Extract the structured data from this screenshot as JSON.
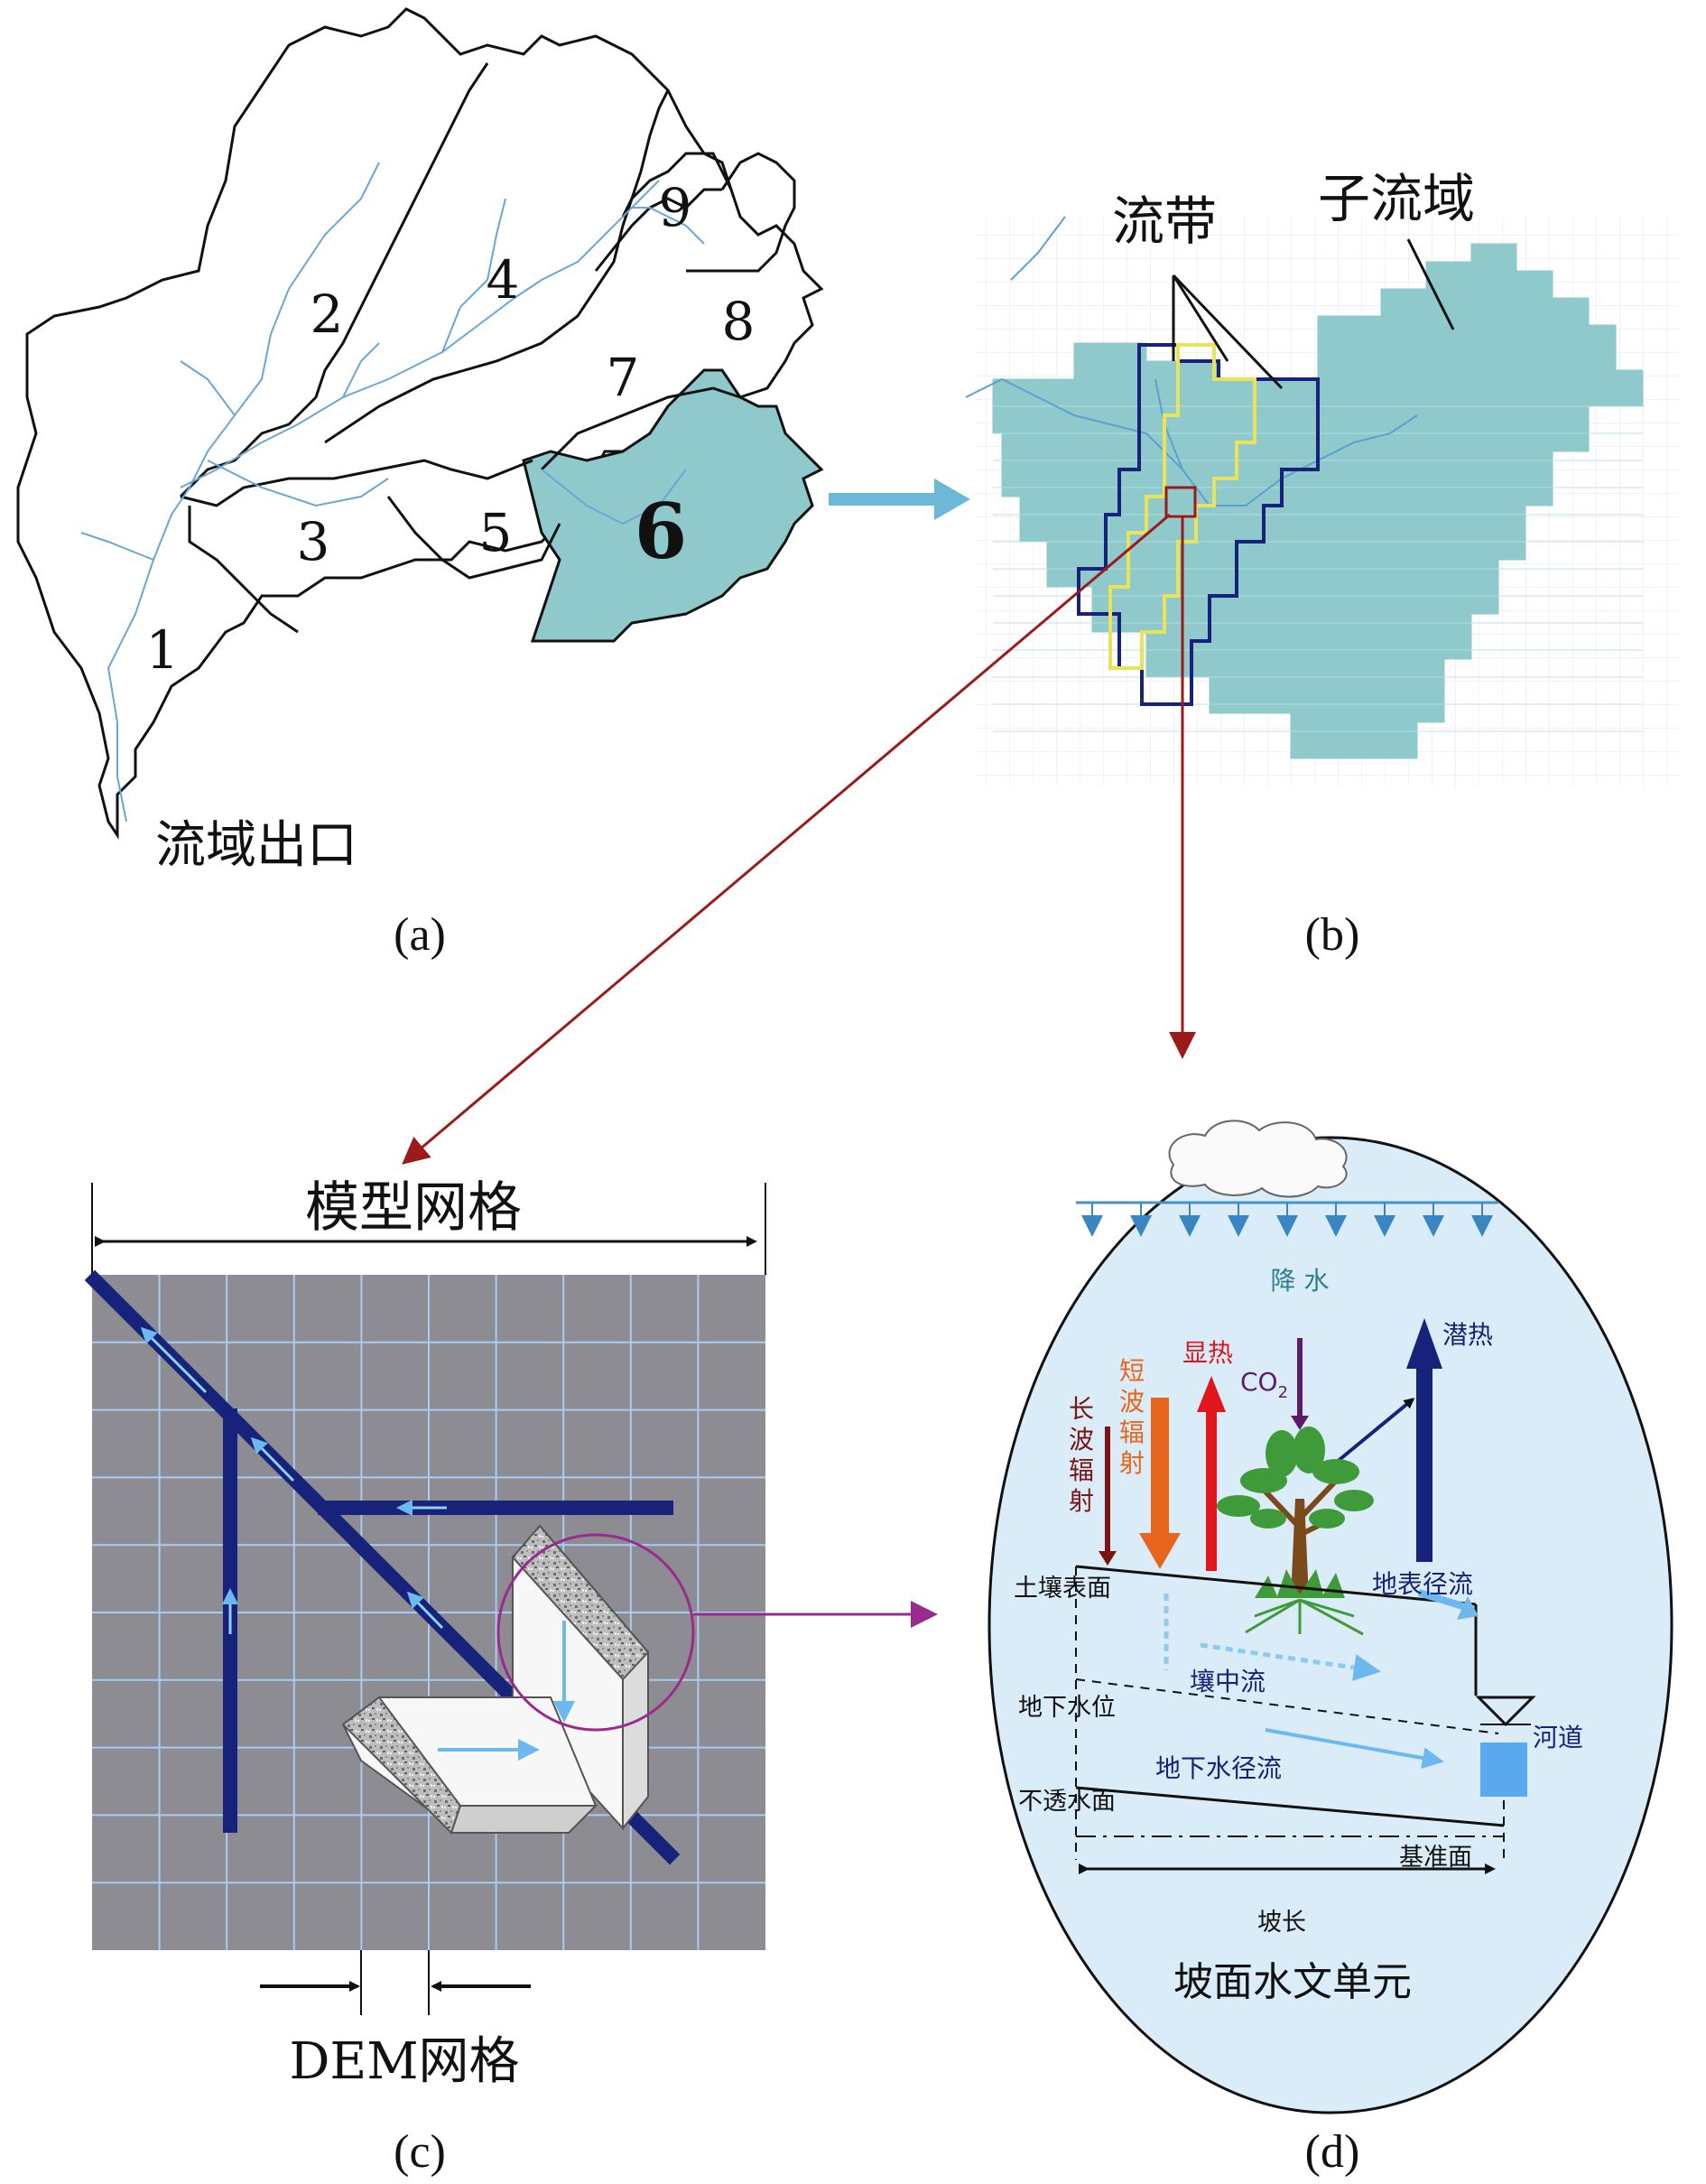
{
  "panel_a": {
    "subbasin_numbers": [
      "1",
      "2",
      "3",
      "4",
      "5",
      "6",
      "7",
      "8",
      "9"
    ],
    "outlet_label": "流域出口",
    "caption": "(a)"
  },
  "panel_b": {
    "flow_strip_label": "流带",
    "subbasin_label": "子流域",
    "caption": "(b)"
  },
  "panel_c": {
    "model_grid_label": "模型网格",
    "dem_grid_label": "DEM网格",
    "caption": "(c)"
  },
  "panel_d": {
    "precipitation": "降 水",
    "shortwave": [
      "短",
      "波",
      "辐",
      "射"
    ],
    "longwave": [
      "长",
      "波",
      "辐",
      "射"
    ],
    "sensible_heat": "显热",
    "co2": "CO",
    "co2_sub": "2",
    "latent_heat": "潜热",
    "soil_surface": "土壤表面",
    "surface_runoff": "地表径流",
    "interflow": "壤中流",
    "groundwater_table": "地下水位",
    "channel": "河道",
    "groundwater_runoff": "地下水径流",
    "impermeable_surface": "不透水面",
    "datum": "基准面",
    "slope_length": "坡长",
    "unit_title": "坡面水文单元",
    "caption": "(d)"
  },
  "colors": {
    "teal_fill": "#8fc9cb",
    "dark_blue": "#17237a",
    "yellow": "#e8e35a",
    "river": "#6aa6d6",
    "red_arrow": "#9b1a1a",
    "purple": "#9b2a8e",
    "grid_gray": "#8c8c92",
    "oval_fill": "#d9ecf8"
  }
}
